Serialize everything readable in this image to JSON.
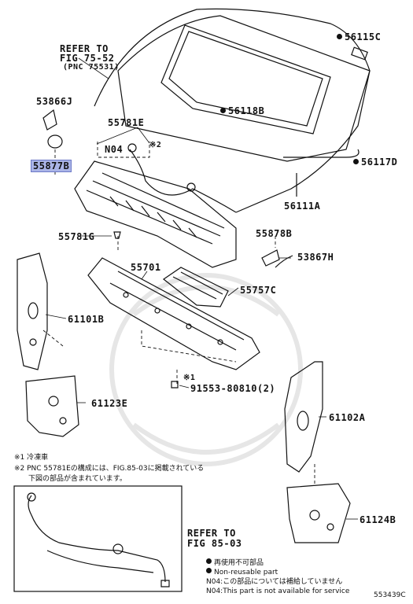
{
  "refer_top": {
    "line1": "REFER TO",
    "line2": "FIG 75-52",
    "line3": "(PNC 75531)"
  },
  "refer_bottom": {
    "line1": "REFER TO",
    "line2": "FIG 85-03"
  },
  "parts": {
    "p53866J": "53866J",
    "p55877B": "55877B",
    "p55781E": "55781E",
    "pN04": "N04",
    "pMark2": "※2",
    "p56115C": "56115C",
    "p56118B": "56118B",
    "p56117D": "56117D",
    "p56111A": "56111A",
    "p55781G": "55781G",
    "p55878B": "55878B",
    "p53867H": "53867H",
    "p55701": "55701",
    "p55757C": "55757C",
    "p61101B": "61101B",
    "pMark1": "※1",
    "p91553": "91553-80810(2)",
    "p61123E": "61123E",
    "p61102A": "61102A",
    "p61124B": "61124B"
  },
  "footnotes": {
    "n1": "※1 冷凍車",
    "n2a": "※2 PNC 55781Eの構成には、FIG.85-03に掲載されている",
    "n2b": "下図の部品が含まれています。"
  },
  "legend": {
    "l1": "再使用不可部品",
    "l2": "Non-reusable part",
    "l3": "N04:この部品については補給していません",
    "l4": "N04:This part is not available for service"
  },
  "figure_id": "553439C",
  "colors": {
    "highlight": "#aab4e6",
    "line": "#111111",
    "watermark": "#e6e6e6"
  }
}
